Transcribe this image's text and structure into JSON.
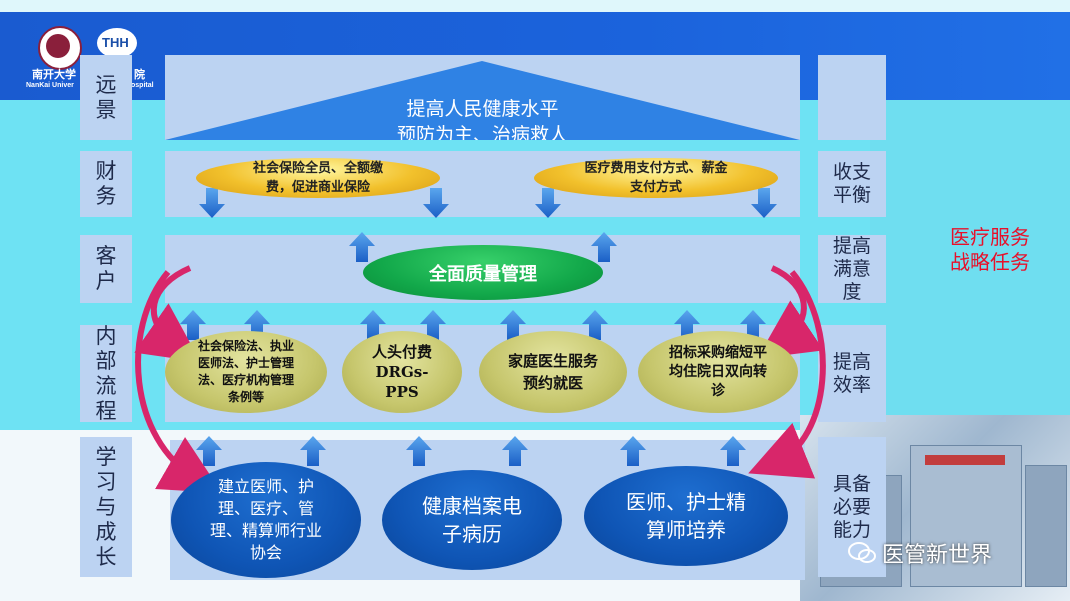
{
  "header": {
    "logo1_text": "南开大学",
    "logo1_subtext": "NanKai Univer",
    "logo2_mark": "THH",
    "logo2_text": "院",
    "logo2_subtext": "ospital"
  },
  "rows": {
    "vision": {
      "label": "远景"
    },
    "finance": {
      "label": "财务",
      "right": "收支平衡"
    },
    "customer": {
      "label": "客户",
      "right": "提高满意度"
    },
    "process": {
      "label": "内部流程",
      "right": "提高效率"
    },
    "learning": {
      "label": "学习与成长",
      "right": "具备必要能力"
    }
  },
  "vision": {
    "line1": "提高人民健康水平",
    "line2": "预防为主、治病救人"
  },
  "finance_items": [
    {
      "text": "社会保险全员、全额缴费，促进商业保险"
    },
    {
      "text": "医疗费用支付方式、薪金支付方式"
    }
  ],
  "customer_item": {
    "text": "全面质量管理"
  },
  "process_items": [
    {
      "text": "社会保险法、执业医师法、护士管理法、医疗机构管理条例等"
    },
    {
      "text": "人头付费 DRGs-PPS"
    },
    {
      "text": "家庭医生服务预约就医"
    },
    {
      "text": "招标采购缩短平均住院日双向转诊"
    }
  ],
  "learning_items": [
    {
      "text": "建立医师、护理、医疗、管理、精算师行业协会"
    },
    {
      "text": "健康档案电子病历"
    },
    {
      "text": "医师、护士精算师培养"
    }
  ],
  "strategy": {
    "line1": "医疗服务",
    "line2": "战略任务"
  },
  "watermark": {
    "text": "医管新世界"
  },
  "colors": {
    "header_blue": "#1b63dc",
    "background_cyan": "#6ee2f3",
    "panel": "#bcd3f2",
    "arrow_blue": "#1f6fd1",
    "curved_arrow": "#d8266a",
    "strategy_red": "#e8102a"
  }
}
